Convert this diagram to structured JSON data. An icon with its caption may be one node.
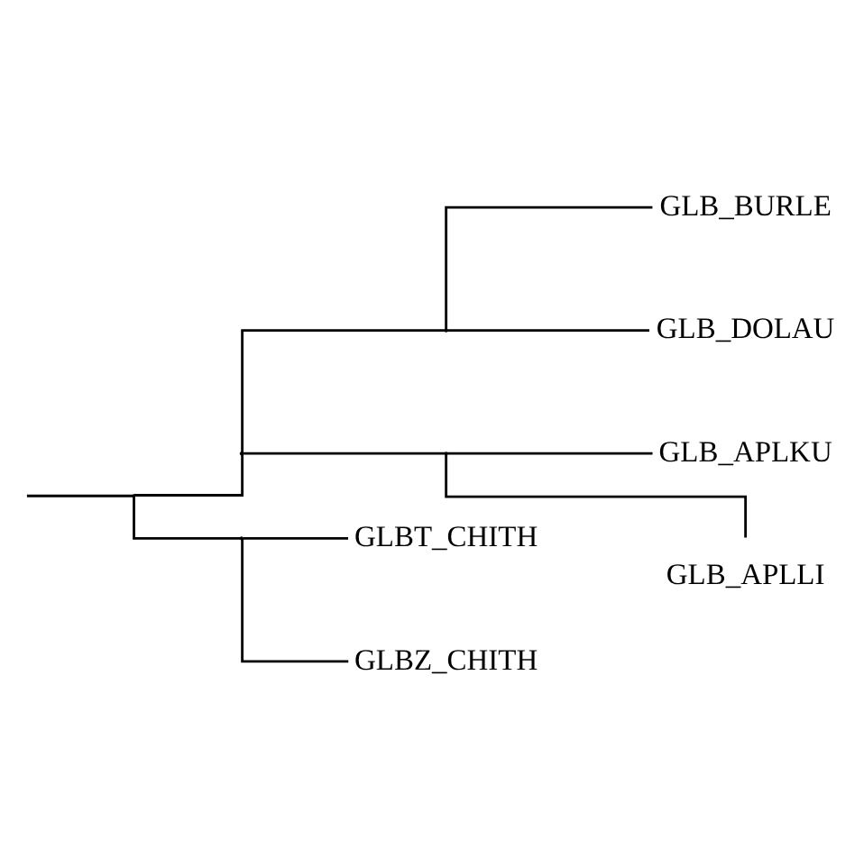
{
  "diagram": {
    "nodes": [
      {
        "text": [],
        "shape": "point"
      },
      {
        "text": [],
        "shape": "point"
      },
      {
        "text": [],
        "shape": "point"
      },
      {
        "text": [
          "GLB_BURLE"
        ]
      },
      {
        "text": [
          "GLB_DOLAU"
        ]
      },
      {
        "text": [],
        "shape": "point"
      },
      {
        "text": [
          "GLB_APLKU"
        ]
      },
      {
        "text": [
          "GLB_APLLI"
        ]
      },
      {
        "text": [],
        "shape": "point"
      },
      {
        "text": [
          "GLBT_CHITH"
        ]
      },
      {
        "text": [
          "GLBZ_CHITH"
        ]
      }
    ],
    "edges": [
      {
        "from": null,
        "to": 0,
        "arrow": "none"
      },
      {
        "from": 0,
        "to": 1,
        "arrow": "none"
      },
      {
        "from": 1,
        "to": 2,
        "arrow": "none"
      },
      {
        "from": 2,
        "to": 3,
        "arrow": "none"
      },
      {
        "from": 2,
        "to": 4,
        "arrow": "none"
      },
      {
        "from": 1,
        "to": 5,
        "arrow": "none"
      },
      {
        "from": 5,
        "to": 6,
        "arrow": "none"
      },
      {
        "from": 5,
        "to": 7,
        "arrow": "none"
      },
      {
        "from": 0,
        "to": 8,
        "arrow": "none"
      },
      {
        "from": 8,
        "to": 9,
        "arrow": "none"
      },
      {
        "from": 8,
        "to": 10,
        "arrow": "none"
      }
    ]
  }
}
